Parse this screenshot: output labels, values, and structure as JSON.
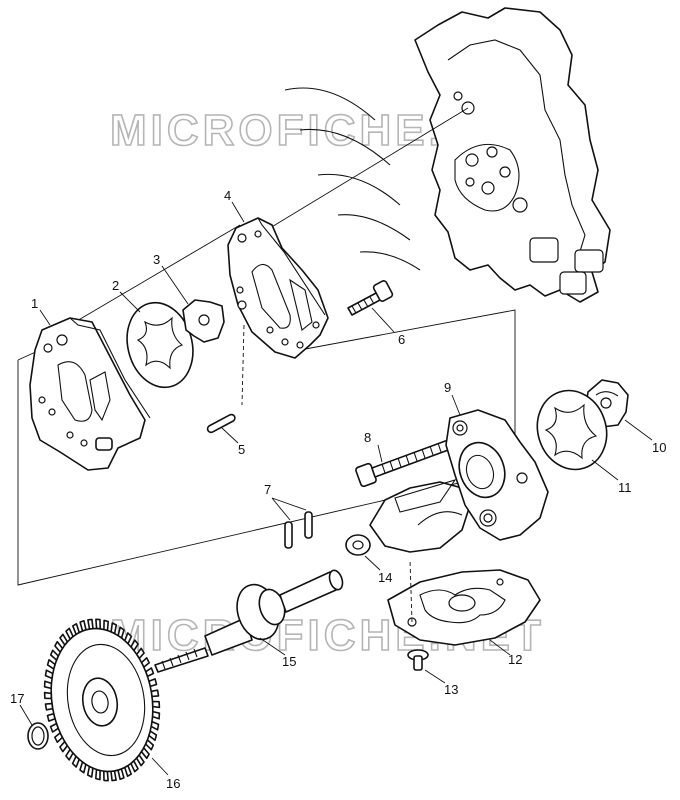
{
  "watermarks": [
    "MICROFICHE.NET",
    "MICROFICHE.NET"
  ],
  "callouts": {
    "c1": "1",
    "c2": "2",
    "c3": "3",
    "c4": "4",
    "c5": "5",
    "c6": "6",
    "c7": "7",
    "c8": "8",
    "c9": "9",
    "c10": "10",
    "c11": "11",
    "c12": "12",
    "c13": "13",
    "c14": "14",
    "c15": "15",
    "c16": "16",
    "c17": "17"
  }
}
